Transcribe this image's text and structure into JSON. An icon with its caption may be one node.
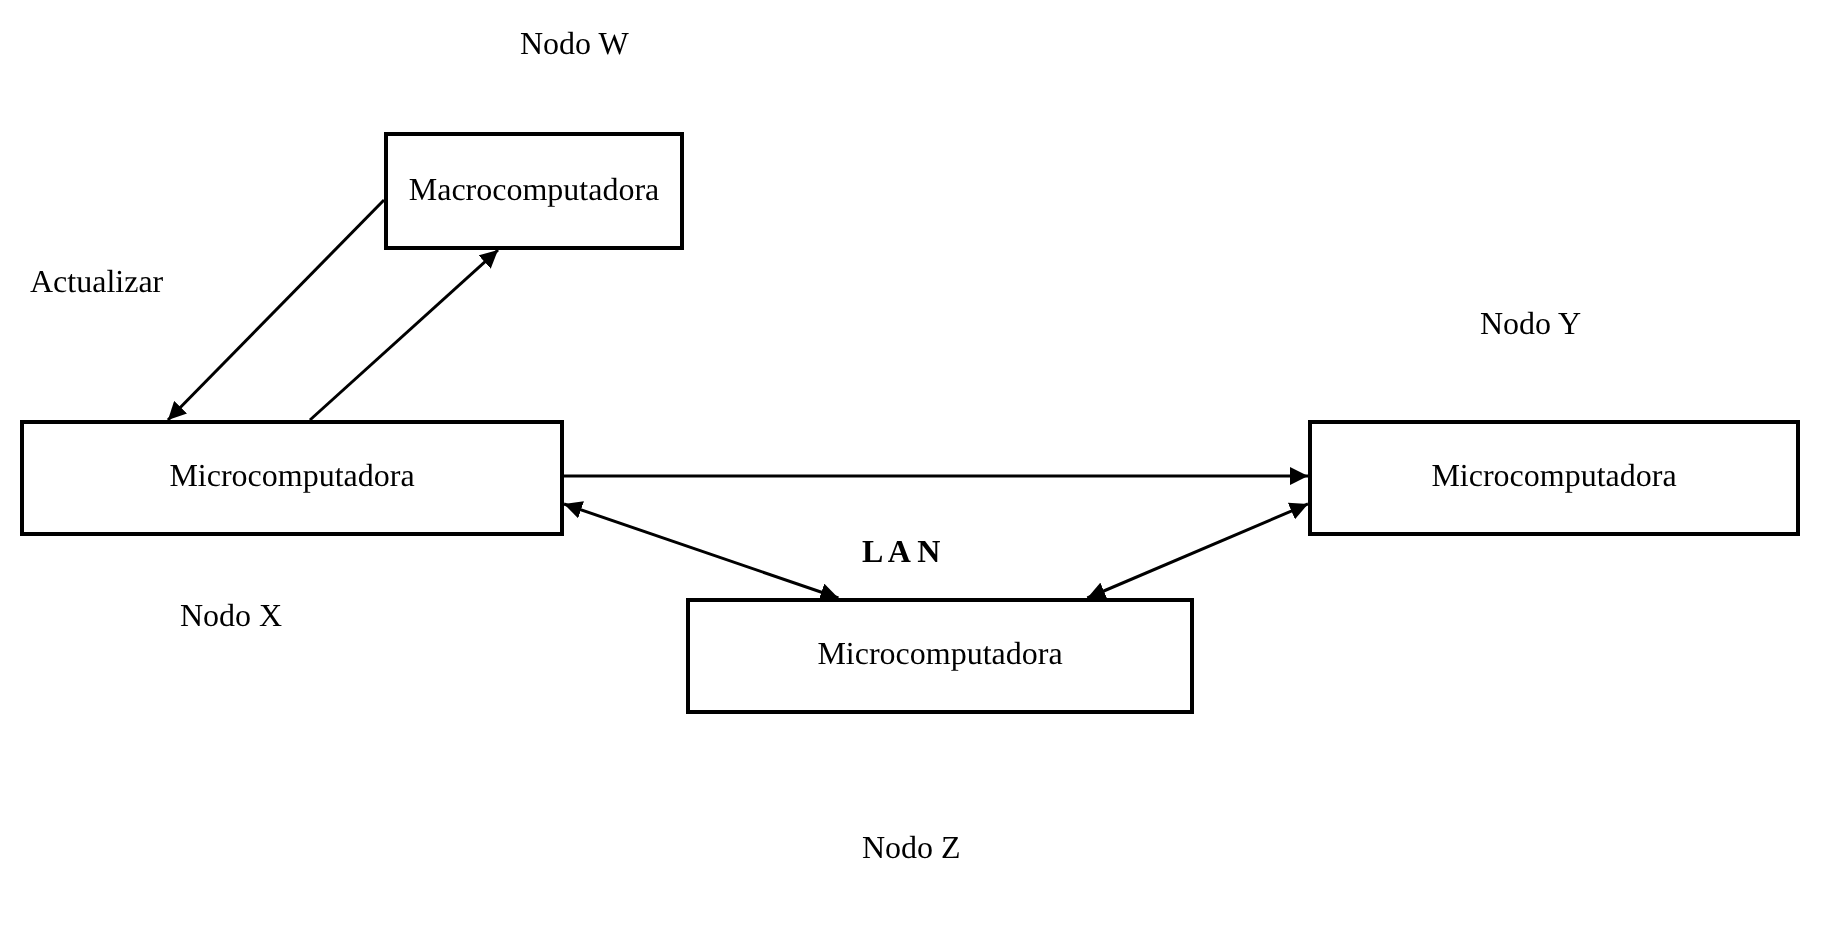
{
  "diagram": {
    "nodes": [
      {
        "text": [
          "Macrocomputadora"
        ],
        "beside": [
          "Nodo W"
        ]
      },
      {
        "text": [
          "Microcomputadora"
        ],
        "beside": [
          "Nodo X"
        ]
      },
      {
        "text": [
          "Microcomputadora"
        ],
        "beside": [
          "Nodo Y"
        ]
      },
      {
        "text": [
          "Microcomputadora"
        ]
      }
    ],
    "edges": [
      {
        "from": 0,
        "to": 1,
        "arrow": "to",
        "label": "Actualizar"
      },
      {
        "from": 1,
        "to": 0,
        "arrow": "to"
      },
      {
        "from": 1,
        "to": 2,
        "arrow": "to"
      },
      {
        "from": 1,
        "to": 3,
        "arrow": "both"
      },
      {
        "from": 2,
        "to": 3,
        "arrow": "both"
      }
    ],
    "labels": [
      "L A N",
      "Nodo Z"
    ]
  }
}
